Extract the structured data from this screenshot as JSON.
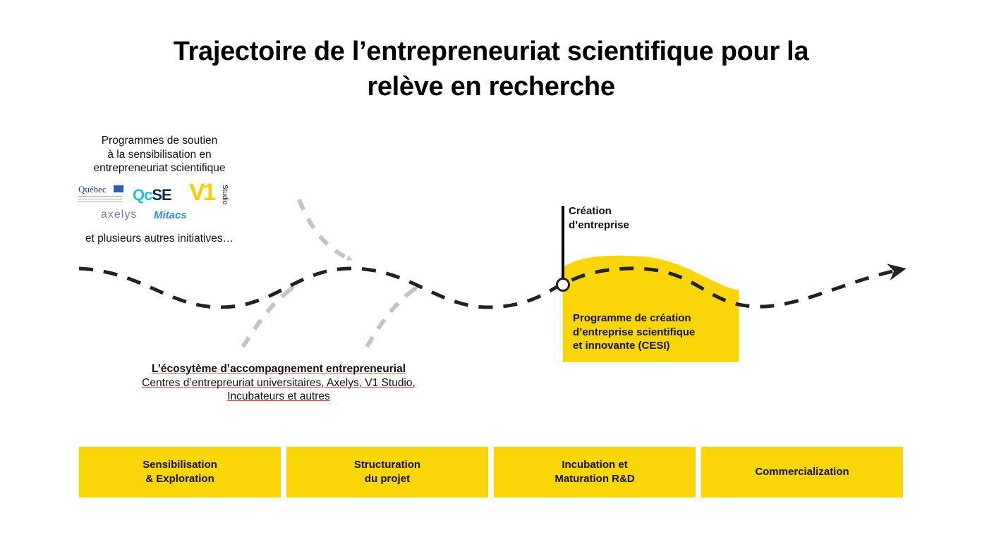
{
  "title": {
    "line1": "Trajectoire de l’entrepreneuriat scientifique pour la",
    "line2": "relève en recherche"
  },
  "awareness_programs": {
    "lines": [
      "Programmes de soutien",
      "à la sensibilisation en",
      "entrepreneuriat scientifique"
    ],
    "more": "et plusieurs autres initiatives…",
    "logos": {
      "quebec": "Québec",
      "qcse_q": "Qc",
      "qcse_se": "SE",
      "v1": "V1",
      "studio": "Studio",
      "axelys": "axelys",
      "mitacs": "Mitacs"
    }
  },
  "milestone": {
    "line1": "Création",
    "line2": "d’entreprise"
  },
  "cesi": {
    "line1": "Programme de création",
    "line2": "d’entreprise scientifique",
    "line3": "et innovante (CESI)"
  },
  "ecosystem": {
    "title": "L’écosytème d’accompagnement entrepreneurial",
    "line2": "Centres d’entrepreuriat universitaires, Axelys, V1 Studio,",
    "line3": "Incubateurs et autres"
  },
  "stages": [
    {
      "line1": "Sensibilisation",
      "line2": "& Exploration"
    },
    {
      "line1": "Structuration",
      "line2": "du projet"
    },
    {
      "line1": "Incubation et",
      "line2": "Maturation R&D"
    },
    {
      "line1": "Commercialization",
      "line2": ""
    }
  ],
  "colors": {
    "accent": "#fad609",
    "path": "#222222",
    "support_arrows": "#c4c4c4"
  }
}
